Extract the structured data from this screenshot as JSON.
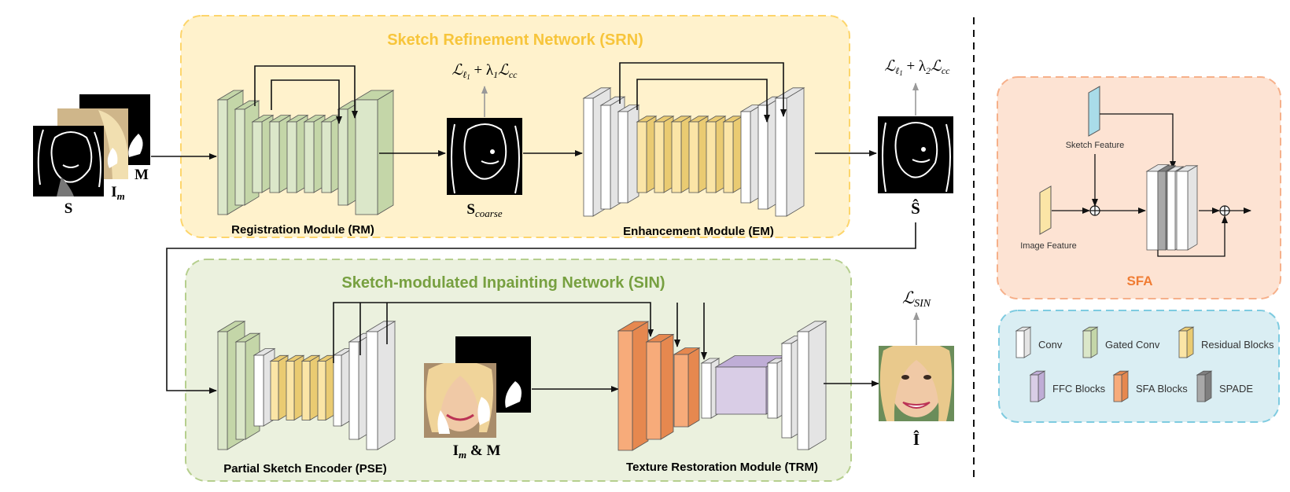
{
  "srn": {
    "title": "Sketch Refinement Network (SRN)"
  },
  "sin": {
    "title": "Sketch-modulated Inpainting Network (SIN)"
  },
  "modules": {
    "rm": "Registration Module (RM)",
    "em": "Enhancement Module (EM)",
    "pse": "Partial Sketch Encoder (PSE)",
    "trm": "Texture Restoration Module (TRM)"
  },
  "losses": {
    "coarse": {
      "base": "ℒ",
      "sub1": "ℓ",
      "sub2": "1",
      "plus": " + λ",
      "lam": "1",
      "base2": "ℒ",
      "sub3": "cc"
    },
    "refined": {
      "base": "ℒ",
      "sub1": "ℓ",
      "sub2": "1",
      "plus": " + λ",
      "lam": "2",
      "base2": "ℒ",
      "sub3": "cc"
    },
    "sin": {
      "base": "ℒ",
      "sub": "SIN"
    }
  },
  "symbols": {
    "s": "S",
    "m": "M",
    "im_base": "I",
    "im_sub": "m",
    "s_coarse_base": "S",
    "s_coarse_sub": "coarse",
    "s_hat": "Ŝ",
    "i_hat": "Î",
    "im_and_m": {
      "base": "I",
      "sub": "m",
      "rest": " & M"
    }
  },
  "sfa": {
    "title": "SFA",
    "sketch_feature": "Sketch Feature",
    "image_feature": "Image Feature"
  },
  "legend": [
    {
      "label": "Conv",
      "color": "#ffffff"
    },
    {
      "label": "Gated Conv",
      "color": "#dbe7c9"
    },
    {
      "label": "Residual Blocks",
      "color": "#fbe5a6"
    },
    {
      "label": "FFC Blocks",
      "color": "#d9cde6"
    },
    {
      "label": "SFA Blocks",
      "color": "#f7ab7a"
    },
    {
      "label": "SPADE",
      "color": "#a8a8a8"
    }
  ],
  "colors": {
    "srn_bg": "#fff2cc",
    "srn_border": "#fdd56b",
    "srn_title": "#f7c53b",
    "sin_bg": "#ebf1de",
    "sin_border": "#b6cf8e",
    "sin_title": "#77a040",
    "sfa_bg": "#fde3d3",
    "sfa_border": "#f6b08a",
    "sfa_title": "#f07c33",
    "legend_bg": "#daeef3",
    "legend_border": "#7ecbe0"
  }
}
